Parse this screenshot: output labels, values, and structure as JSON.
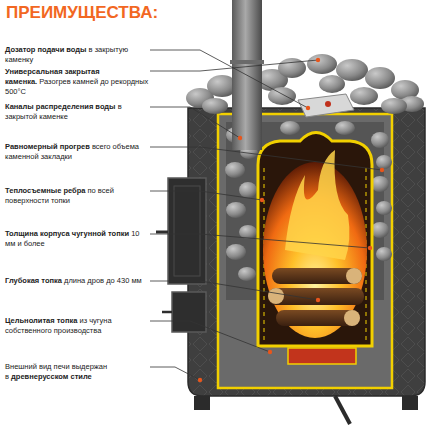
{
  "diagram": {
    "title": "ПРЕИМУЩЕСТВА:",
    "labels": [
      "Дозатор подачи воды",
      "в закрытую каменку",
      "Универсальная закрытая каменка.",
      "Разогрев камней до рекордных 500°С",
      "Каналы распределения воды",
      "в закрытой каменке",
      "Равномерный прогрев",
      "всего объема каменной закладки",
      "Теплосъемные ребра",
      "по всей поверхности топки",
      "Толщина корпуса чугунной топки",
      "10 мм и более",
      "Глубокая топка",
      "длина дров до 430 мм",
      "Цельнолитая топка",
      "из чугуна собственного производства",
      "Внешний вид печи выдержан в",
      "древнерусском стиле"
    ]
  }
}
